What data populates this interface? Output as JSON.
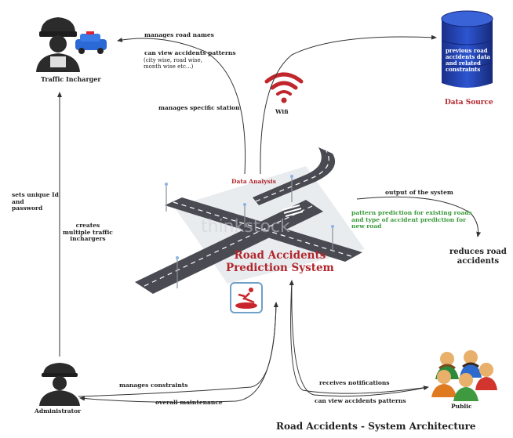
{
  "nodes": {
    "traffic_incharger": "Traffic Incharger",
    "data_source": "Data Source",
    "data_source_text": "previous road\naccidents data\nand related\nconstraints",
    "wifi": "Wifi",
    "data_analysis": "Data Analysis",
    "system": "Road Accidents\nPrediction System",
    "reduces": "reduces road\naccidents",
    "administrator": "Administrator",
    "public": "Public",
    "watermark": "thinkstock"
  },
  "edges": {
    "manages_road_names": "manages road names",
    "can_view_patterns_top": "can view accidents patterns",
    "patterns_detail": "(city wise, road wise,\nmonth wise etc...)",
    "manages_station": "manages specific station",
    "sets_id": "sets unique Id\nand\npassword",
    "creates_inchargers": "creates\nmultiple traffic\ninchargers",
    "output": "output of the system",
    "pattern_prediction": "pattern prediction for existing roads\nand type of accident prediction for\nnew road",
    "manages_constraints": "manages constraints",
    "overall_maintenance": "overall maintenance",
    "receives_notifications": "receives notifications",
    "can_view_patterns_bottom": "can view accidents patterns"
  },
  "caption": "Road Accidents - System Architecture",
  "colors": {
    "accent_red": "#b0262c",
    "prediction_green": "#3a9a3a",
    "database_blue": "#1e3fa8",
    "road_gray": "#4a4a52"
  },
  "icons": [
    "police-officer-icon",
    "police-car-icon",
    "database-icon",
    "wifi-icon",
    "road-intersection-icon",
    "accident-icon",
    "administrator-icon",
    "public-group-icon"
  ]
}
